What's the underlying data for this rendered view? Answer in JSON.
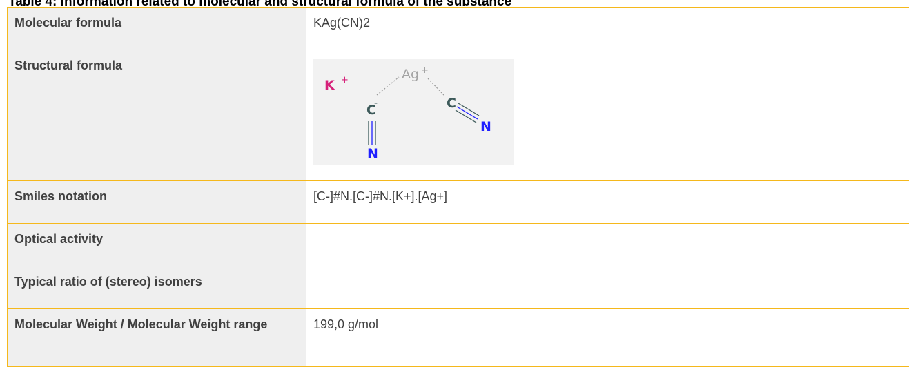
{
  "caption": "Table 4: Information related to molecular and structural formula of the substance",
  "rows": [
    {
      "label": "Molecular formula",
      "value": "KAg(CN)2"
    },
    {
      "label": "Structural formula",
      "value": ""
    },
    {
      "label": "Smiles notation",
      "value": "[C-]#N.[C-]#N.[K+].[Ag+]"
    },
    {
      "label": "Optical activity",
      "value": ""
    },
    {
      "label": "Typical ratio of (stereo) isomers",
      "value": ""
    },
    {
      "label": "Molecular Weight / Molecular Weight range",
      "value": "199,0 g/mol"
    }
  ],
  "structure": {
    "atoms": {
      "k": "K",
      "k_charge": "+",
      "ag": "Ag",
      "ag_charge": "+",
      "c1": "C",
      "c1_charge": "-",
      "c2": "C",
      "n1": "N",
      "n2": "N"
    },
    "colors": {
      "potassium": "#d6217a",
      "silver": "#a3a3a3",
      "carbon": "#3d5a5a",
      "nitrogen": "#1f1fff"
    }
  }
}
